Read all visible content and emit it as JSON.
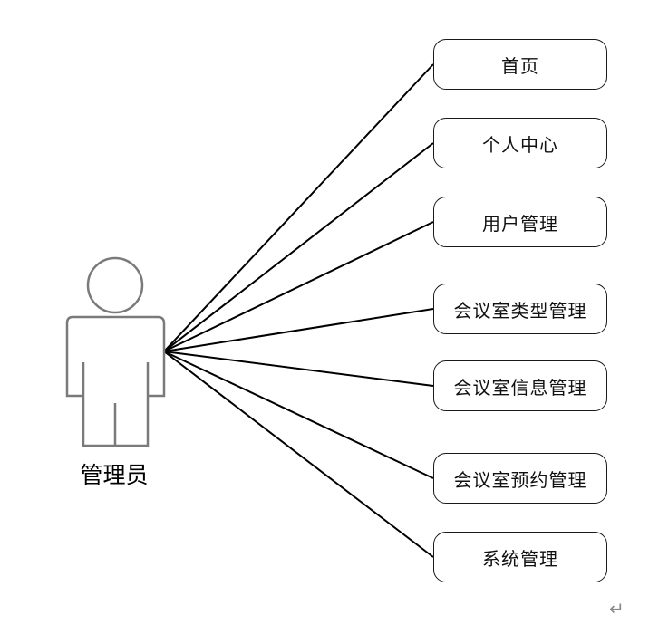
{
  "actor": {
    "label": "管理员",
    "icon": "person-icon"
  },
  "use_cases": [
    {
      "label": "首页"
    },
    {
      "label": "个人中心"
    },
    {
      "label": "用户管理"
    },
    {
      "label": "会议室类型管理"
    },
    {
      "label": "会议室信息管理"
    },
    {
      "label": "会议室预约管理"
    },
    {
      "label": "系统管理"
    }
  ],
  "return_mark": "↵",
  "colors": {
    "line": "#000000",
    "border": "#1a1a1a",
    "actor_stroke": "#7a7a7a"
  }
}
